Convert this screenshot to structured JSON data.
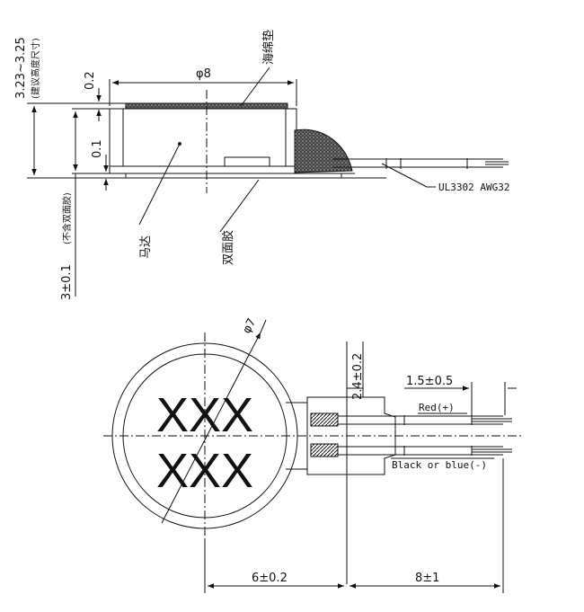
{
  "side_view": {
    "dim_height_total": "3.23~3.25",
    "dim_height_total_note": "(建议高度尺寸)",
    "dim_gap_top": "0.2",
    "dim_gap_bottom": "0.1",
    "dim_height_motor": "3±0.1",
    "dim_height_motor_note": "(不含双面胶)",
    "dim_diameter": "φ8",
    "label_foam": "海绵垫",
    "label_motor": "马达",
    "label_tape": "双面胶",
    "label_wire_spec": "UL3302 AWG32"
  },
  "top_view": {
    "dim_diameter": "φ7",
    "dim_tab_width": "2.4±0.2",
    "dim_wire_strip": "1.5±0.5",
    "dim_body_length": "6±0.2",
    "dim_wire_length": "8±1",
    "label_red_wire": "Red(+)",
    "label_black_wire": "Black or blue(-)",
    "marking_line_1": "XXX",
    "marking_line_2": "XXX"
  }
}
